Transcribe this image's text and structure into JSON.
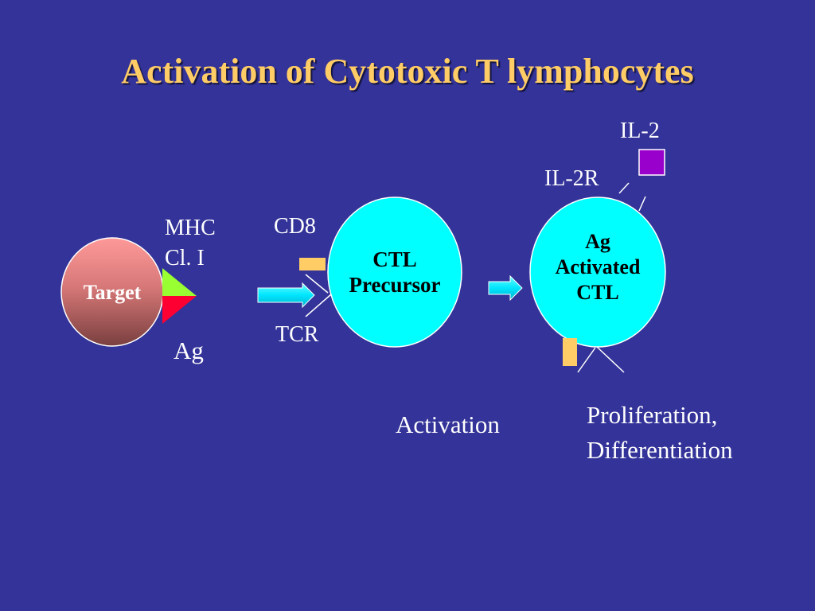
{
  "title": "Activation of Cytotoxic T lymphocytes",
  "cells": {
    "target": "Target",
    "ctl_precursor": [
      "CTL",
      "Precursor"
    ],
    "activated_ctl": [
      "Ag",
      "Activated",
      "CTL"
    ]
  },
  "labels": {
    "mhc": [
      "MHC",
      "Cl. I"
    ],
    "ag": "Ag",
    "cd8": "CD8",
    "tcr": "TCR",
    "il2": "IL-2",
    "il2r": "IL-2R",
    "activation": "Activation",
    "proliferation": [
      "Proliferation,",
      "Differentiation"
    ]
  },
  "colors": {
    "background": "#333399",
    "title": "#ffcc66",
    "cell": "#00ffff",
    "target_light": "#ff9999",
    "target_dark": "#8c4a4a",
    "mhc_green": "#99ff33",
    "ag_red": "#ff0033",
    "receptor": "#ffcc66",
    "il2": "#9900cc"
  }
}
